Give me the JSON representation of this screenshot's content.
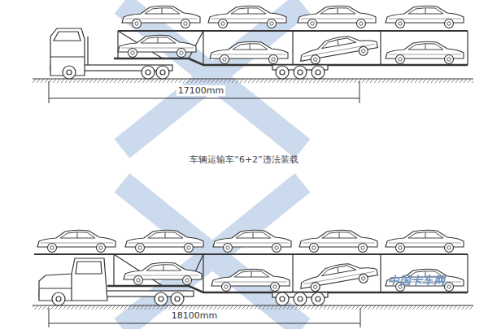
{
  "diagram": {
    "caption": "车辆运输车“6+2”违法装载",
    "labels": [
      "17100mm",
      "18100mm",
      "中国卡车网"
    ]
  }
}
